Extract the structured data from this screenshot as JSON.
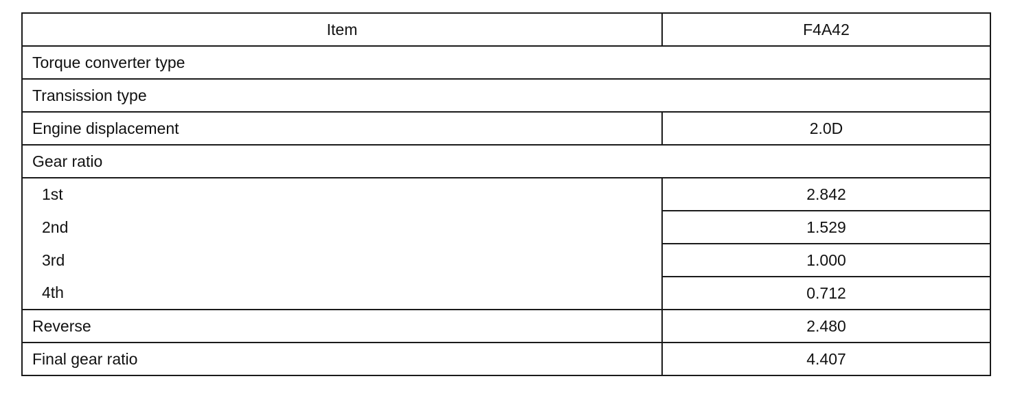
{
  "table": {
    "header": {
      "item": "Item",
      "model": "F4A42"
    },
    "rows": [
      {
        "label": "Torque converter type",
        "value": ""
      },
      {
        "label": "Transission type",
        "value": ""
      },
      {
        "label": "Engine displacement",
        "value": "2.0D"
      },
      {
        "label": "Gear ratio",
        "value": ""
      }
    ],
    "gears": [
      {
        "label": "1st",
        "value": "2.842"
      },
      {
        "label": "2nd",
        "value": "1.529"
      },
      {
        "label": "3rd",
        "value": "1.000"
      },
      {
        "label": "4th",
        "value": "0.712"
      }
    ],
    "footer_rows": [
      {
        "label": "Reverse",
        "value": "2.480"
      },
      {
        "label": "Final gear ratio",
        "value": "4.407"
      }
    ]
  }
}
